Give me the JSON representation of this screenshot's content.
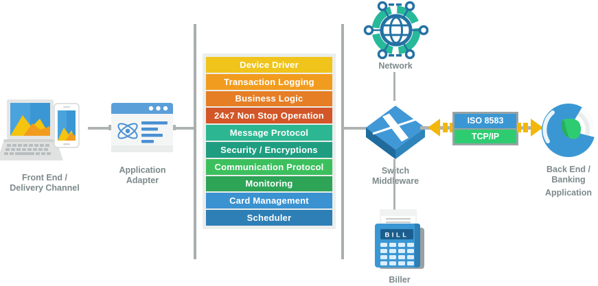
{
  "labels": {
    "front_end_line1": "Front End /",
    "front_end_line2": "Delivery Channel",
    "adapter_line1": "Application",
    "adapter_line2": "Adapter",
    "network": "Network",
    "switch_line1": "Switch",
    "switch_line2": "Middleware",
    "biller": "Biller",
    "host_line1": "Back End /",
    "host_line2": "Banking",
    "host_line3": "Application"
  },
  "stack": {
    "items": [
      {
        "label": "Device Driver",
        "color": "#f0c41b"
      },
      {
        "label": "Transaction Logging",
        "color": "#f29c1f"
      },
      {
        "label": "Business Logic",
        "color": "#e57e25"
      },
      {
        "label": "24x7 Non Stop Operation",
        "color": "#d25627"
      },
      {
        "label": "Message Protocol",
        "color": "#2cb792"
      },
      {
        "label": "Security / Encryptions",
        "color": "#1f9d80"
      },
      {
        "label": "Communication Protocol",
        "color": "#3cc05e"
      },
      {
        "label": "Monitoring",
        "color": "#2da456"
      },
      {
        "label": "Card Management",
        "color": "#3a92d0"
      },
      {
        "label": "Scheduler",
        "color": "#2d7fb5"
      }
    ]
  },
  "badges": [
    {
      "label": "ISO 8583",
      "color": "#3b97d3"
    },
    {
      "label": "TCP/IP",
      "color": "#2ecc71"
    }
  ],
  "pos_machine": {
    "display_text": "BILL"
  },
  "colors": {
    "connector": "#adb3b2",
    "divider": "#a9aeae",
    "label_text": "#7d898b",
    "arrow": "#f3b70c",
    "stack_panel": "#eceeed",
    "icon_blue": "#3b97d3",
    "icon_teal": "#26b99a",
    "icon_green": "#2ecc71"
  }
}
